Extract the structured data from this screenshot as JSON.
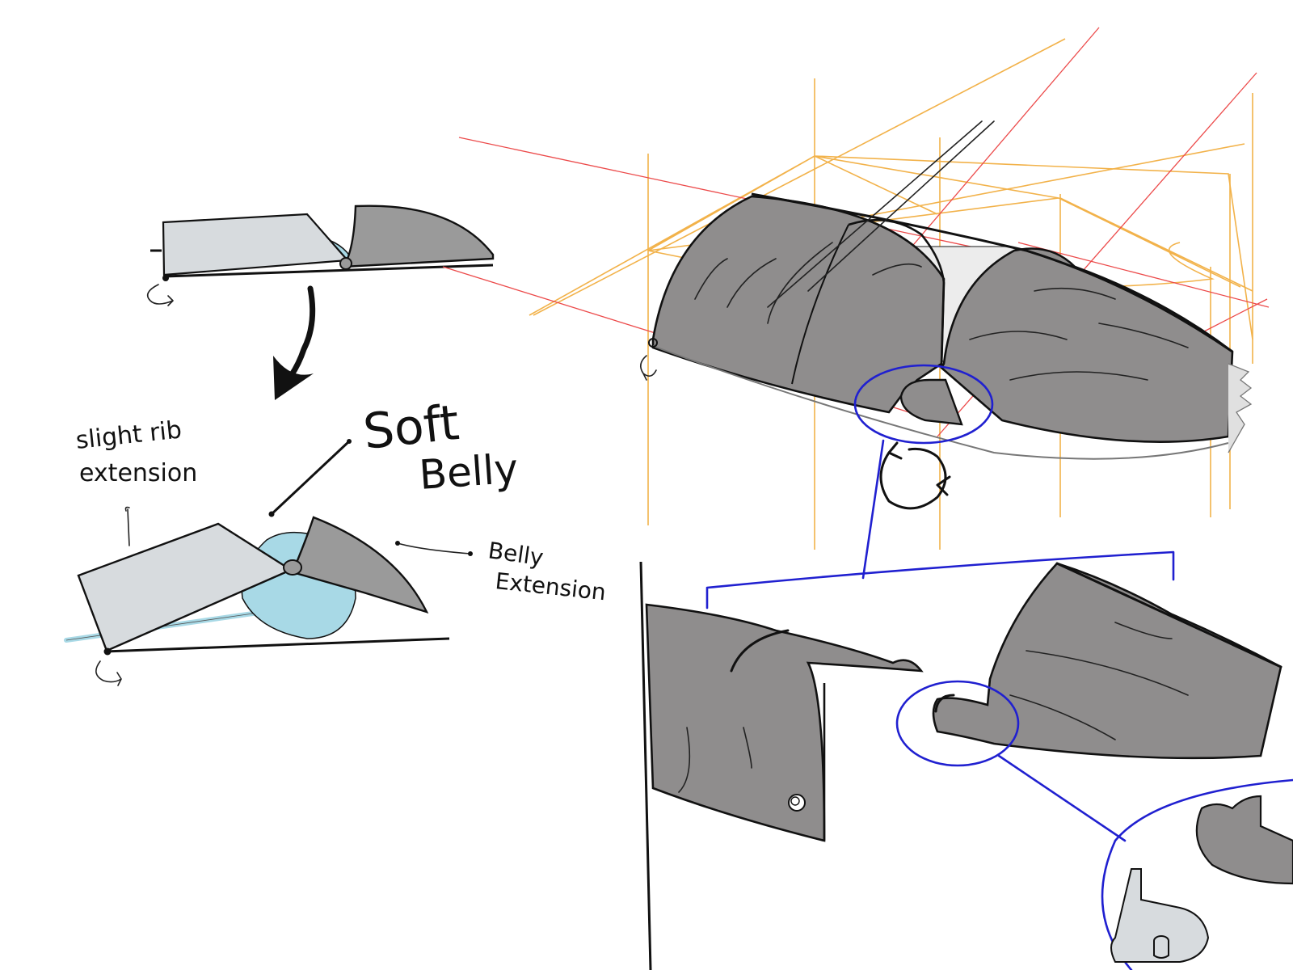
{
  "annotations": {
    "rib_extension_line1": "slight rib",
    "rib_extension_line2": "extension",
    "soft_word": "Soft",
    "belly_word": "Belly",
    "belly_extension_line1": "Belly",
    "belly_extension_line2": "Extension"
  },
  "colors": {
    "light_panel": "#d7dbde",
    "dark_panel": "#9a9a9a",
    "shell": "#8f8d8d",
    "belly": "#a8d9e6",
    "perspective_orange": "#f2b24a",
    "perspective_red": "#ec4a4a",
    "callout_blue": "#2020d0"
  },
  "icons": {
    "rotation_arrow": "rotate-arrow-icon",
    "down_arrow": "arrow-down-icon",
    "pivot": "pivot-point-icon"
  }
}
